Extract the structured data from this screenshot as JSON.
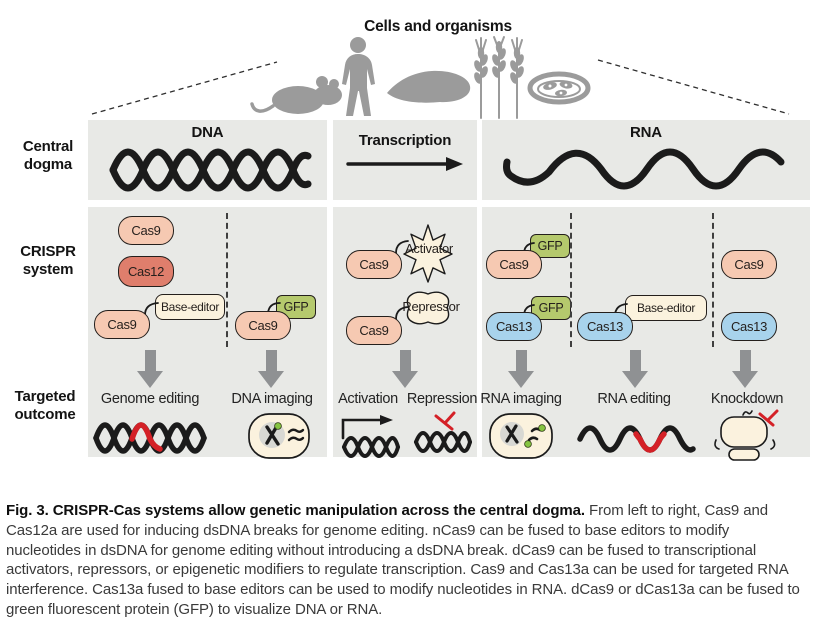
{
  "title": "Cells and organisms",
  "row_labels": {
    "central_dogma": "Central dogma",
    "crispr_system": "CRISPR system",
    "targeted_outcome": "Targeted outcome"
  },
  "headers": {
    "dna": "DNA",
    "transcription": "Transcription",
    "rna": "RNA"
  },
  "proteins": {
    "cas9": "Cas9",
    "cas12": "Cas12",
    "cas13": "Cas13"
  },
  "tags": {
    "base_editor": "Base-editor",
    "gfp": "GFP",
    "activator": "Activator",
    "repressor": "Repressor"
  },
  "outcomes": {
    "genome_editing": "Genome editing",
    "dna_imaging": "DNA imaging",
    "activation": "Activation",
    "repression": "Repression",
    "rna_imaging": "RNA imaging",
    "rna_editing": "RNA editing",
    "knockdown": "Knockdown"
  },
  "organism_icons": [
    "mouse-icon",
    "human-icon",
    "fish-icon",
    "wheat-icon",
    "petri-dish-icon"
  ],
  "caption": {
    "bold": "Fig. 3. CRISPR-Cas systems allow genetic manipulation across the central dogma.",
    "body": " From left to right, Cas9 and Cas12a are used for inducing dsDNA breaks for genome editing. nCas9 can be fused to base editors to modify nucleotides in dsDNA for genome editing without introducing a dsDNA break. dCas9 can be fused to transcriptional activators, repressors, or epigenetic modifiers to regulate transcription. Cas9 and Cas13a can be used for targeted RNA interference. Cas13a fused to base editors can be used to modify nucleotides in RNA. dCas9 or dCas13a can be fused to green fluorescent protein (GFP) to visualize DNA or RNA."
  },
  "colors": {
    "panel": "#e8e9e6",
    "cas9": "#f6c9b2",
    "cas12": "#df7e6c",
    "cas13": "#a8d3ec",
    "gfp": "#b5c96d",
    "cream": "#fbf2de",
    "nucleus": "#d8d8d3",
    "red": "#d42127",
    "arrow": "#8f9193",
    "organism": "#9b9b9b",
    "ink": "#1b1b1b",
    "text": "#3a3a3a",
    "green_dot": "#86c440"
  }
}
